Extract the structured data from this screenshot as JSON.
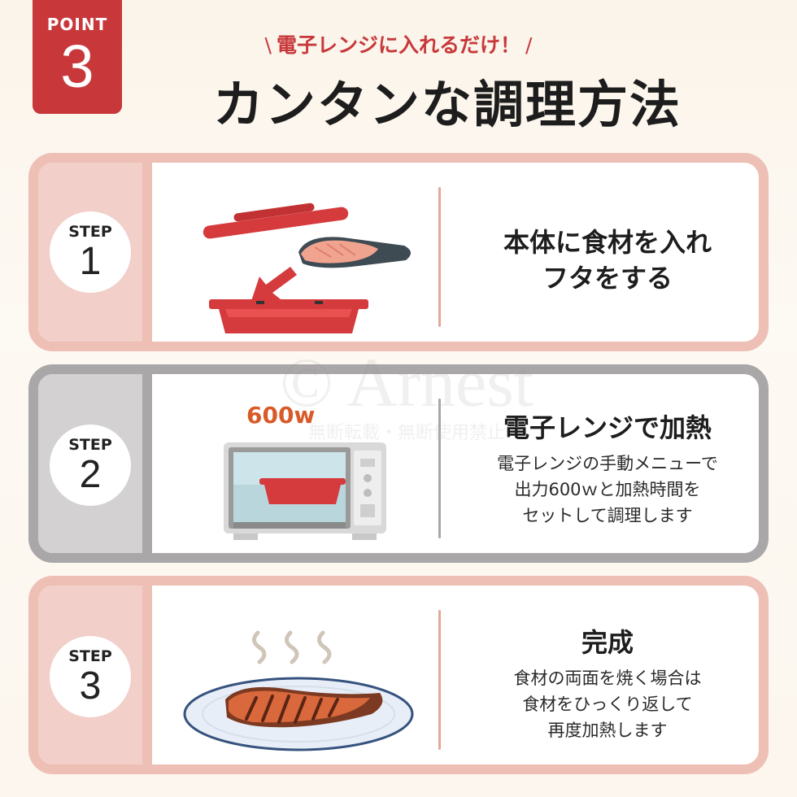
{
  "point": {
    "label": "POINT",
    "number": "3"
  },
  "header": {
    "subtitle": "電子レンジに入れるだけ！",
    "subtitle_slash_left": "\\",
    "subtitle_slash_right": "/",
    "title": "カンタンな調理方法"
  },
  "watermark": {
    "line1": "© Arnest",
    "line2": "無断転載・無断使用禁止"
  },
  "steps": [
    {
      "step_label": "STEP",
      "number": "1",
      "heading_lines": [
        "本体に食材を入れ",
        "フタをする"
      ],
      "body_lines": [],
      "illustration": "lid-salmon-container-arrow"
    },
    {
      "step_label": "STEP",
      "number": "2",
      "power_label": "600w",
      "heading_lines": [
        "電子レンジで加熱"
      ],
      "body_lines": [
        "電子レンジの手動メニューで",
        "出力600ｗと加熱時間を",
        "セットして調理します"
      ],
      "illustration": "microwave-with-container"
    },
    {
      "step_label": "STEP",
      "number": "3",
      "heading_lines": [
        "完成"
      ],
      "body_lines": [
        "食材の両面を焼く場合は",
        "食材をひっくり返して",
        "再度加熱します"
      ],
      "illustration": "grilled-salmon-plate-steam"
    }
  ],
  "colors": {
    "accent_red": "#c8383a",
    "card_border_red": "#eebfb5",
    "card_border_gray": "#a9a7a7",
    "container_red": "#d53a3c"
  }
}
